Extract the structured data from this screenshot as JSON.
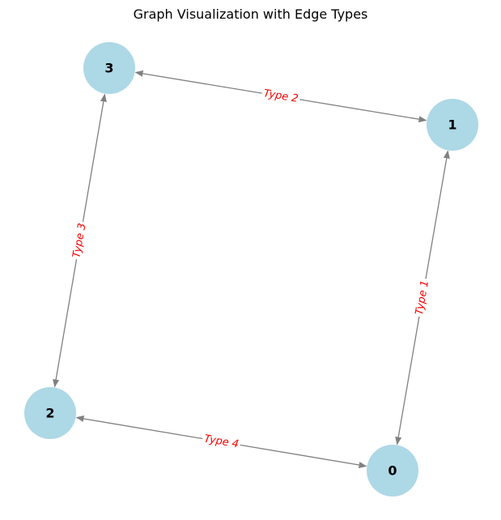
{
  "title": "Graph Visualization with Edge Types",
  "colors": {
    "node_fill": "#add8e6",
    "edge": "#808080",
    "edge_label": "#ff0000",
    "node_text": "#000000"
  },
  "nodes": [
    {
      "id": "0",
      "label": "0"
    },
    {
      "id": "1",
      "label": "1"
    },
    {
      "id": "2",
      "label": "2"
    },
    {
      "id": "3",
      "label": "3"
    }
  ],
  "edges": [
    {
      "source": "0",
      "target": "1",
      "label": "Type 1",
      "directed": "both"
    },
    {
      "source": "3",
      "target": "1",
      "label": "Type 2",
      "directed": "both"
    },
    {
      "source": "3",
      "target": "2",
      "label": "Type 3",
      "directed": "both"
    },
    {
      "source": "2",
      "target": "0",
      "label": "Type 4",
      "directed": "both"
    }
  ]
}
